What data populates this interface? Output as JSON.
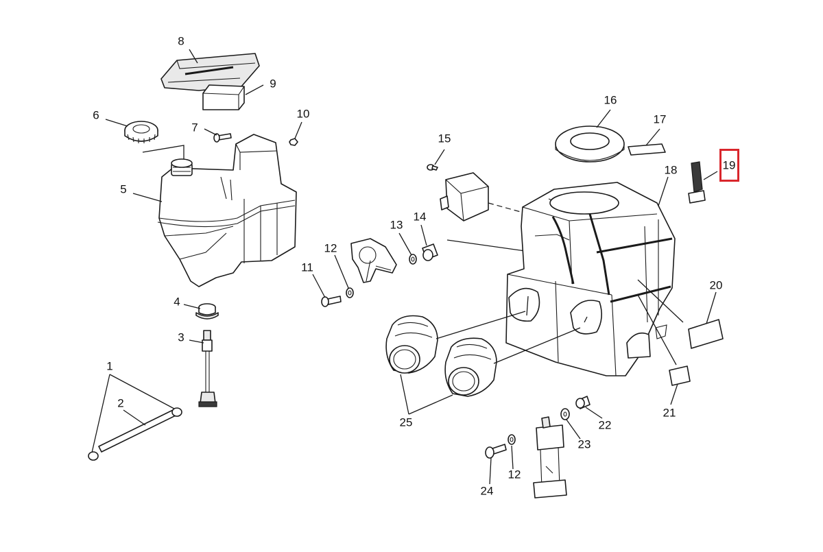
{
  "diagram": {
    "highlight_color": "#d9262c",
    "highlighted_part": "19",
    "callouts": [
      {
        "id": "c1",
        "label": "1"
      },
      {
        "id": "c2",
        "label": "2"
      },
      {
        "id": "c3",
        "label": "3"
      },
      {
        "id": "c4",
        "label": "4"
      },
      {
        "id": "c5",
        "label": "5"
      },
      {
        "id": "c6",
        "label": "6"
      },
      {
        "id": "c7",
        "label": "7"
      },
      {
        "id": "c8",
        "label": "8"
      },
      {
        "id": "c9",
        "label": "9"
      },
      {
        "id": "c10",
        "label": "10"
      },
      {
        "id": "c11",
        "label": "11"
      },
      {
        "id": "c12a",
        "label": "12"
      },
      {
        "id": "c12b",
        "label": "12"
      },
      {
        "id": "c13",
        "label": "13"
      },
      {
        "id": "c14",
        "label": "14"
      },
      {
        "id": "c15",
        "label": "15"
      },
      {
        "id": "c16",
        "label": "16"
      },
      {
        "id": "c17",
        "label": "17"
      },
      {
        "id": "c18",
        "label": "18"
      },
      {
        "id": "c19",
        "label": "19"
      },
      {
        "id": "c20",
        "label": "20"
      },
      {
        "id": "c21",
        "label": "21"
      },
      {
        "id": "c22",
        "label": "22"
      },
      {
        "id": "c23",
        "label": "23"
      },
      {
        "id": "c24",
        "label": "24"
      },
      {
        "id": "c25",
        "label": "25"
      }
    ]
  }
}
